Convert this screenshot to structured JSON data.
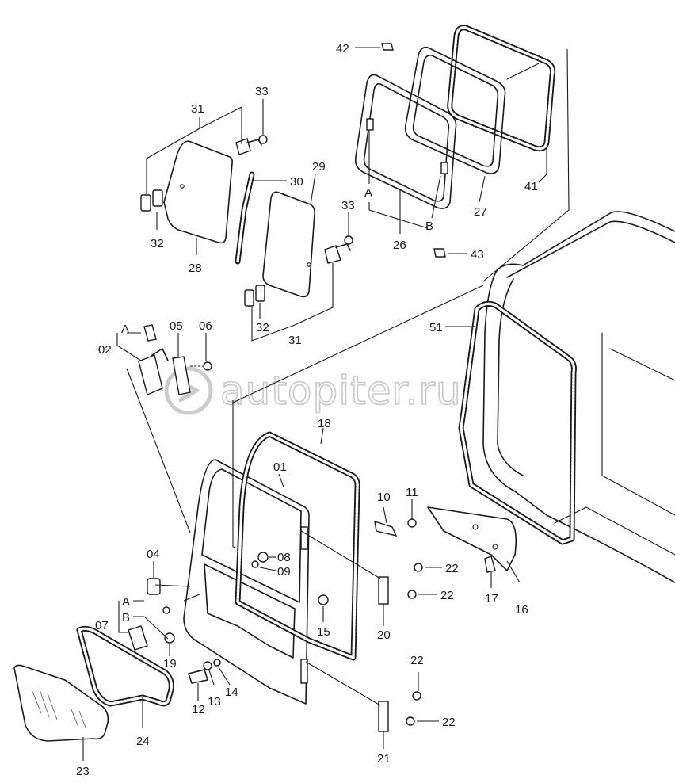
{
  "watermark": {
    "text": "autopiter.ru"
  },
  "callouts": {
    "c01": "01",
    "c02": "02",
    "c04": "04",
    "c05": "05",
    "c06": "06",
    "c07": "07",
    "c08": "08",
    "c09": "09",
    "c10": "10",
    "c11": "11",
    "c12": "12",
    "c13": "13",
    "c14": "14",
    "c15": "15",
    "c16": "16",
    "c17": "17",
    "c18": "18",
    "c19": "19",
    "c20": "20",
    "c21": "21",
    "c22a": "22",
    "c22b": "22",
    "c22c": "22",
    "c22d": "22",
    "c23": "23",
    "c24": "24",
    "c26": "26",
    "c27": "27",
    "c28": "28",
    "c29": "29",
    "c30": "30",
    "c31a": "31",
    "c31b": "31",
    "c32a": "32",
    "c32b": "32",
    "c33a": "33",
    "c33b": "33",
    "c41": "41",
    "c42": "42",
    "c43": "43",
    "c51": "51",
    "refA1": "A",
    "refB1": "B",
    "refA2": "A",
    "refA3": "A",
    "refB3": "B"
  },
  "colors": {
    "line": "#1a1a1a",
    "watermark": "#c9c9c9",
    "background": "#ffffff"
  }
}
